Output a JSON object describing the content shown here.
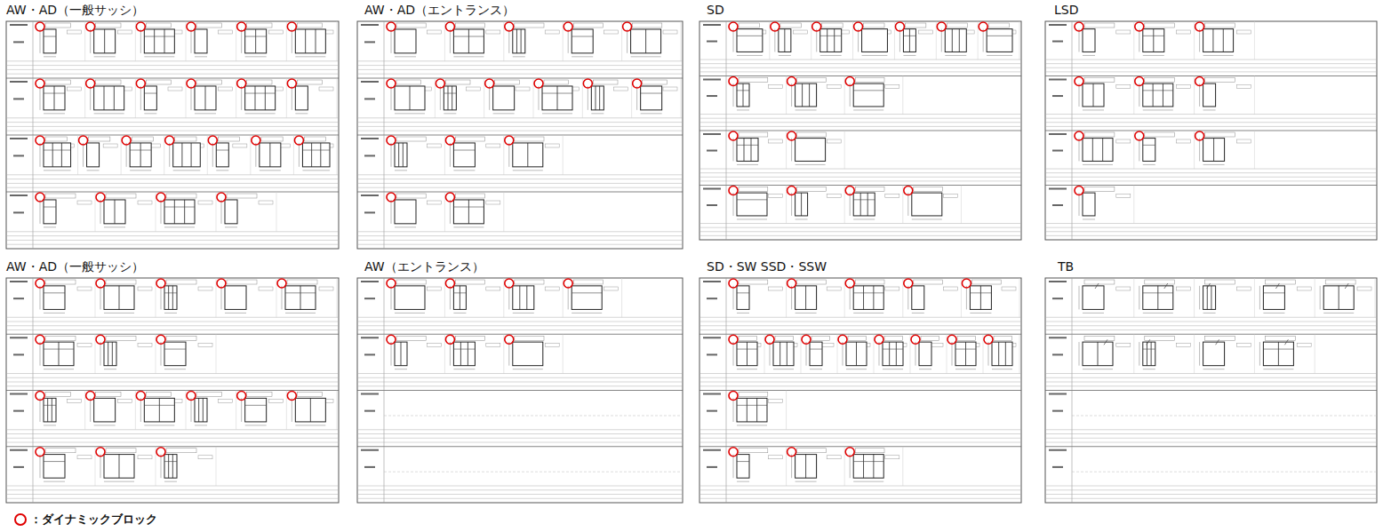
{
  "diagram": {
    "nodes": [
      {
        "text": [
          "AW・AD（一般サッシ）"
        ]
      },
      {
        "text": [
          "AW・AD（エントランス）"
        ]
      },
      {
        "text": [
          "SD"
        ]
      },
      {
        "text": [
          "LSD"
        ]
      },
      {
        "text": [
          "AW・AD（一般サッシ）"
        ]
      },
      {
        "text": [
          "AW（エントランス）"
        ]
      },
      {
        "text": [
          "SD・SW  SSD・SSW"
        ]
      },
      {
        "text": [
          "TB"
        ]
      }
    ],
    "legend": [
      {
        "text": "：ダイナミックブロック"
      }
    ]
  }
}
